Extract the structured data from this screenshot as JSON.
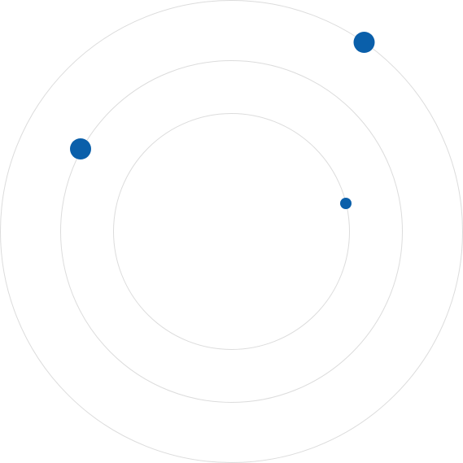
{
  "diagram": {
    "type": "orbit-rings",
    "ring_count": 3,
    "colors": {
      "background": "#ffffff",
      "ring_stroke": "#dcdcdc",
      "dot_fill": "#0a5faa"
    },
    "dots": [
      {
        "ring": "outer",
        "size": "large"
      },
      {
        "ring": "middle",
        "size": "large"
      },
      {
        "ring": "inner",
        "size": "small"
      }
    ]
  }
}
